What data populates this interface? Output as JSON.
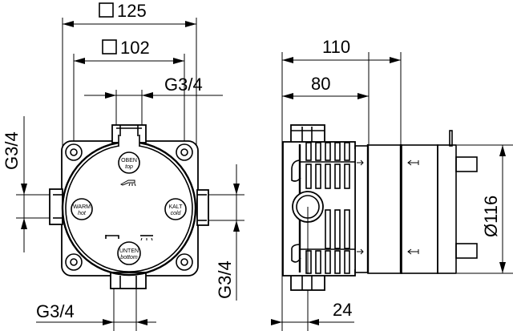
{
  "front_view": {
    "dim_outer_square": {
      "symbol": "□",
      "value": "125"
    },
    "dim_inner_square": {
      "symbol": "□",
      "value": "102"
    },
    "dim_top_thread": "G3/4",
    "dim_left_thread": "G3/4",
    "dim_right_thread": "G3/4",
    "dim_bottom_thread": "G3/4",
    "ports": {
      "top": {
        "label": "OBEN",
        "sublabel": "top"
      },
      "left": {
        "label": "WARM",
        "sublabel": "hot"
      },
      "right": {
        "label": "KALT",
        "sublabel": "cold"
      },
      "bottom": {
        "label": "UNTEN",
        "sublabel": "bottom"
      }
    },
    "icons": [
      "shower-head-icon",
      "bath-spout-icon",
      "overhead-shower-icon"
    ]
  },
  "side_view": {
    "dim_total_depth": "110",
    "dim_body_depth": "80",
    "dim_diameter": "Ø116",
    "dim_bottom_offset": "24"
  },
  "colors": {
    "line": "#000000",
    "background": "#ffffff"
  }
}
